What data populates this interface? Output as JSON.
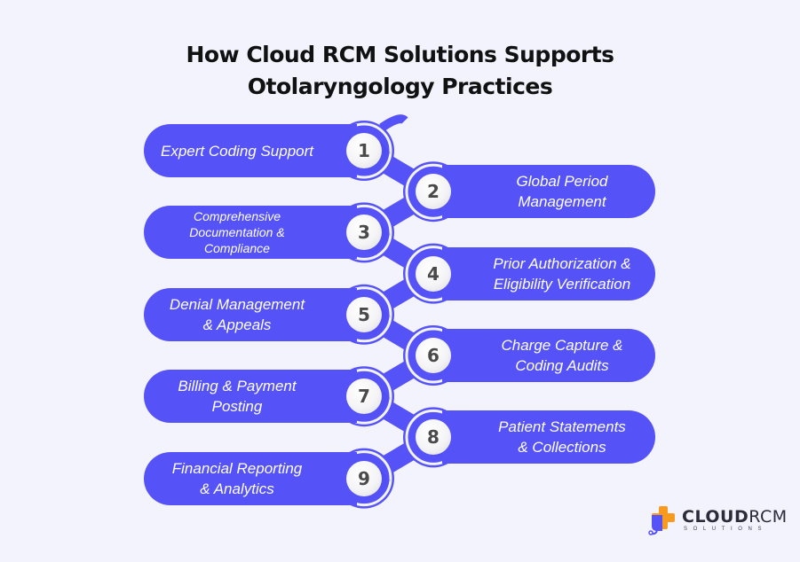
{
  "title": {
    "line1": "How Cloud RCM Solutions Supports",
    "line2": "Otolaryngology Practices"
  },
  "colors": {
    "background": "#f3f3fe",
    "pill": "#5552f8",
    "shadow": "#3d3ac6",
    "number_text": "#4a4a4a",
    "title_text": "#111111",
    "logo_orange": "#f79a1e",
    "logo_blue": "#5552f8"
  },
  "steps": [
    {
      "number": "1",
      "side": "left",
      "lines": [
        "Expert Coding Support"
      ]
    },
    {
      "number": "2",
      "side": "right",
      "lines": [
        "Global Period",
        "Management"
      ]
    },
    {
      "number": "3",
      "side": "left",
      "lines": [
        "Comprehensive",
        "Documentation &",
        "Compliance"
      ]
    },
    {
      "number": "4",
      "side": "right",
      "lines": [
        "Prior Authorization &",
        "Eligibility Verification"
      ]
    },
    {
      "number": "5",
      "side": "left",
      "lines": [
        "Denial Management",
        "& Appeals"
      ]
    },
    {
      "number": "6",
      "side": "right",
      "lines": [
        "Charge Capture &",
        "Coding Audits"
      ]
    },
    {
      "number": "7",
      "side": "left",
      "lines": [
        "Billing & Payment",
        "Posting"
      ]
    },
    {
      "number": "8",
      "side": "right",
      "lines": [
        "Patient Statements",
        "& Collections"
      ]
    },
    {
      "number": "9",
      "side": "left",
      "lines": [
        "Financial Reporting",
        "& Analytics"
      ]
    }
  ],
  "logo": {
    "brand_bold": "CLOUD",
    "brand_light": "RCM",
    "subtitle": "SOLUTIONS",
    "icon": "medical-cross-stethoscope-icon"
  }
}
